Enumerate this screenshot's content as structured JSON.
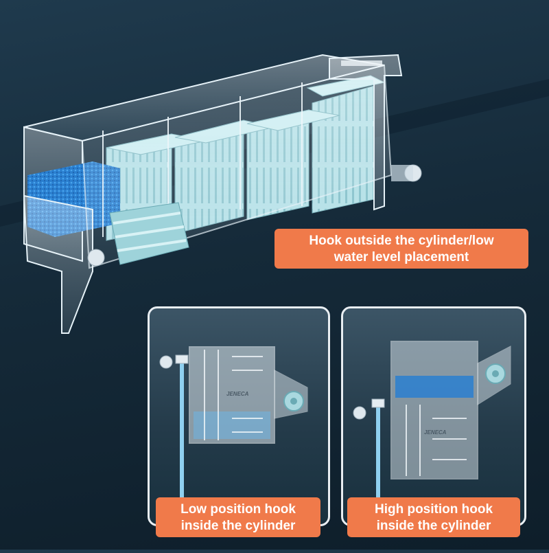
{
  "labels": {
    "main": {
      "line1": "Hook outside the cylinder/low",
      "line2": "water level placement"
    },
    "low": {
      "line1": "Low position hook",
      "line2": "inside the cylinder"
    },
    "high": {
      "line1": "High position hook",
      "line2": "inside the cylinder"
    }
  },
  "brand_text": "JENECA",
  "colors": {
    "accent": "#f07a4a",
    "background": "#1a3242",
    "cartridge": "#a9d8df",
    "sponge": "#2a7fd0",
    "water": "#8fd0f0"
  }
}
